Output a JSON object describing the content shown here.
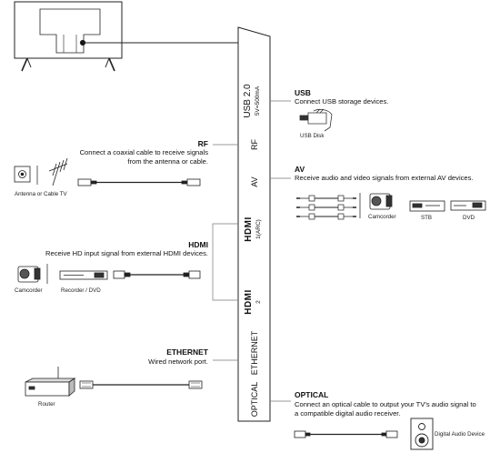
{
  "panel": {
    "ports": [
      {
        "label": "USB 2.0",
        "sub": "5V=500mA"
      },
      {
        "label": "RF"
      },
      {
        "label": "AV"
      },
      {
        "label": "HDMI",
        "sub": "1(ARC)"
      },
      {
        "label": "HDMI",
        "sub": "2"
      },
      {
        "label": "ETHERNET"
      },
      {
        "label": "OPTICAL"
      }
    ]
  },
  "usb": {
    "title": "USB",
    "desc": "Connect USB storage devices.",
    "device": "USB Disk"
  },
  "rf": {
    "title": "RF",
    "desc1": "Connect a coaxial cable to receive signals",
    "desc2": "from the antenna or cable.",
    "device": "Antenna or Cable TV"
  },
  "av": {
    "title": "AV",
    "desc": "Receive audio and video signals from external AV devices.",
    "devices": [
      "Camcorder",
      "STB",
      "DVD"
    ]
  },
  "hdmi": {
    "title": "HDMI",
    "desc": "Receive HD input signal from external HDMI devices.",
    "devices": [
      "Camcorder",
      "Recorder / DVD"
    ]
  },
  "ethernet": {
    "title": "ETHERNET",
    "desc": "Wired network port.",
    "device": "Router"
  },
  "optical": {
    "title": "OPTICAL",
    "desc1": "Connect an optical cable to output your TV's audio signal to",
    "desc2": "a compatible digital audio receiver.",
    "device": "Digital Audio Device"
  }
}
